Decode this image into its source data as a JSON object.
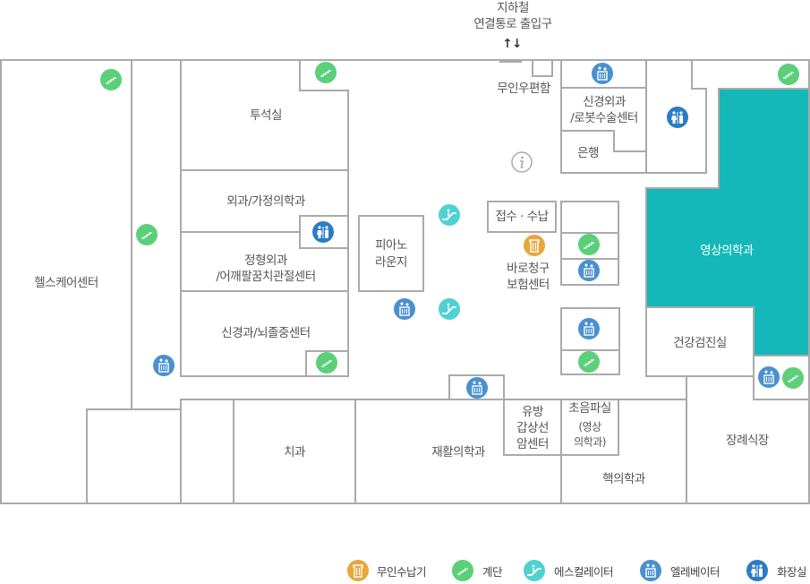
{
  "entrance": {
    "line1": "지하철",
    "line2": "연결통로 출입구",
    "arrows": "↑↓"
  },
  "rooms": {
    "healthcare": "헬스케어센터",
    "dialysis": "투석실",
    "surgery": "외과/가정의학과",
    "ortho1": "정형외과",
    "ortho2": "/어깨팔꿈치관절센터",
    "neuro": "신경과/뇌졸중센터",
    "piano1": "피아노",
    "piano2": "라운지",
    "reception": "접수 · 수납",
    "insurance1": "바로청구",
    "insurance2": "보험센터",
    "mailbox": "무인우편함",
    "neurosurg1": "신경외과",
    "neurosurg2": "/로봇수술센터",
    "bank": "은행",
    "radiology": "영상의학과",
    "checkup": "건강검진실",
    "dental": "치과",
    "rehab": "재활의학과",
    "breast1": "유방",
    "breast2": "갑상선",
    "breast3": "암센터",
    "ultra1": "초음파실",
    "ultra2": "(영상",
    "ultra3": "의학과)",
    "nuclear": "핵의학과",
    "funeral": "장례식장"
  },
  "legend": [
    {
      "icon": "kiosk",
      "label": "무인수납기"
    },
    {
      "icon": "stairs",
      "label": "계단"
    },
    {
      "icon": "escalator",
      "label": "에스컬레이터"
    },
    {
      "icon": "elevator",
      "label": "엘레베이터"
    },
    {
      "icon": "restroom",
      "label": "화장실"
    }
  ],
  "colors": {
    "wall": "#aaaaaa",
    "highlight": "#14b8b8",
    "stairs": "#5ccf7a",
    "escalator": "#4fd1d1",
    "elevator": "#4a90d0",
    "restroom": "#2a7cc7",
    "kiosk": "#e8a63c",
    "text": "#555555"
  }
}
